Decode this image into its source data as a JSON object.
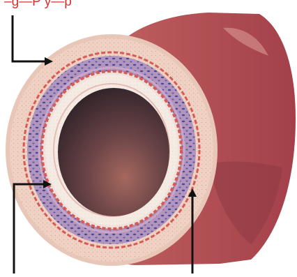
{
  "diagram": {
    "top_label": "–g—P y—p",
    "label_color": "#d8332d",
    "arrow_color": "#111111",
    "tissue_colors": {
      "outer_skin": "#b9585a",
      "adventitia": "#efd2c3",
      "media_band": "#a98ab6",
      "media_dots": "#4a4a9a",
      "elastic_lamina": "#d65a55",
      "intima": "#f4ece4",
      "lumen": "#4a3438"
    },
    "callouts": [
      {
        "target": "adventitia",
        "arrow": "right"
      },
      {
        "target": "intima",
        "arrow": "right"
      },
      {
        "target": "media",
        "arrow": "up"
      }
    ]
  }
}
